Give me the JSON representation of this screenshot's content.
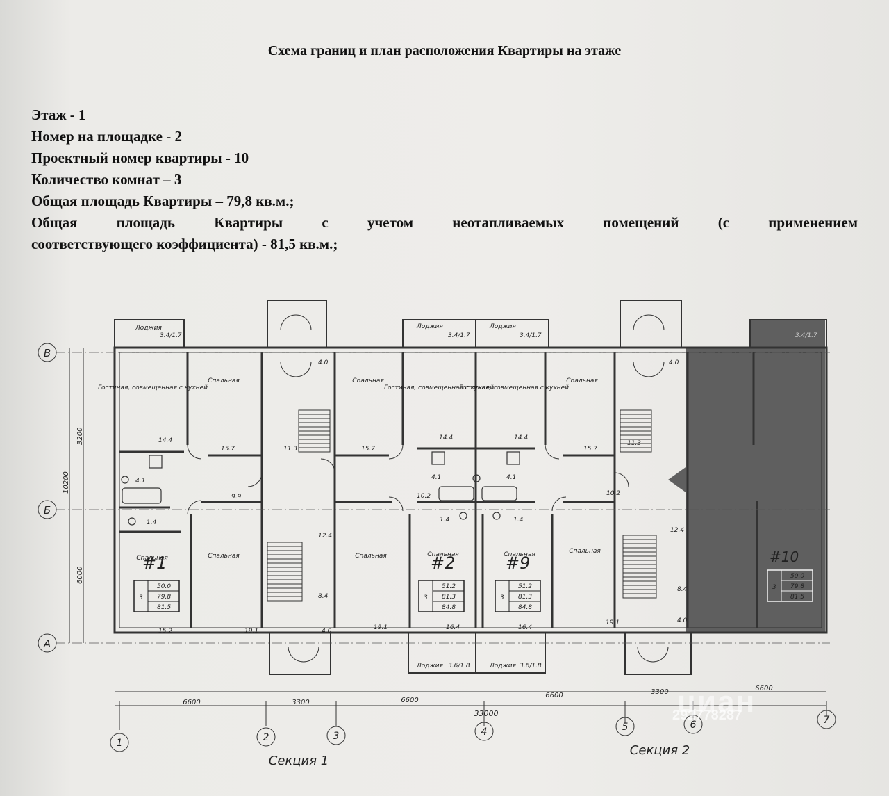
{
  "title": "Схема границ и план расположения Квартиры на этаже",
  "info": {
    "floor": "Этаж - 1",
    "platform_number": "Номер на площадке - 2",
    "project_number": "Проектный номер квартиры - 10",
    "rooms": "Количество комнат – 3",
    "total_area": "Общая площадь Квартиры – 79,8 кв.м.;",
    "total_area_coef_line1": "Общая площадь Квартиры с учетом неотапливаемых помещений (с применением",
    "total_area_coef_line2": "соответствующего коэффициента) - 81,5 кв.м.;"
  },
  "plan": {
    "axes_rows": [
      "В",
      "Б",
      "А"
    ],
    "axes_cols": [
      "1",
      "2",
      "3",
      "4",
      "5",
      "6",
      "7"
    ],
    "dims_horizontal": [
      "6600",
      "3300",
      "6600",
      "6600",
      "3300",
      "6600"
    ],
    "dim_total": "33000",
    "dims_vertical": [
      "3200",
      "6000"
    ],
    "dim_vertical_total": "10200",
    "sections": [
      "Секция 1",
      "Секция 2"
    ],
    "room_labels": {
      "loggia": "Лоджия",
      "living": "Гостиная, совмещенная с кухней",
      "bedroom": "Спальная"
    },
    "loggia_areas_top": [
      "3.4/1.7",
      "3.4/1.7",
      "3.4/1.7",
      "3.4/1.7"
    ],
    "loggia_areas_bottom": [
      "3.6/1.8",
      "3.6/1.8"
    ],
    "areas": [
      "14.4",
      "15.7",
      "11.3",
      "15.7",
      "14.4",
      "14.4",
      "15.7",
      "11.3",
      "4.0",
      "4.0",
      "4.1",
      "9.9",
      "1.4",
      "10.2",
      "4.1",
      "4.1",
      "10.2",
      "1.4",
      "1.4",
      "12.4",
      "12.4",
      "8.4",
      "8.4",
      "4.0",
      "4.0",
      "15.2",
      "19.1",
      "19.1",
      "16.4",
      "16.4",
      "19.1"
    ],
    "apartments": [
      {
        "num": "#1",
        "rooms": "3",
        "a": "50.0",
        "b": "79.8",
        "c": "81.5"
      },
      {
        "num": "#2",
        "rooms": "3",
        "a": "51.2",
        "b": "81.3",
        "c": "84.8"
      },
      {
        "num": "#9",
        "rooms": "3",
        "a": "51.2",
        "b": "81.3",
        "c": "84.8"
      },
      {
        "num": "#10",
        "rooms": "3",
        "a": "50.0",
        "b": "79.8",
        "c": "81.5"
      }
    ]
  },
  "watermark": {
    "brand": "циан",
    "id": "292778287"
  }
}
